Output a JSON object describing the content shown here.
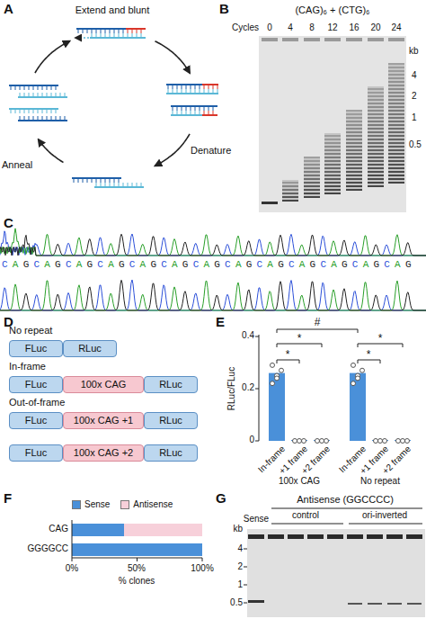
{
  "diagram": {
    "nodes": [
      {
        "text": [
          "FLuc"
        ]
      },
      {
        "text": [
          "RLuc"
        ]
      },
      {
        "text": [
          "FLuc"
        ]
      },
      {
        "text": [
          "100x CAG"
        ]
      },
      {
        "text": [
          "RLuc"
        ]
      },
      {
        "text": [
          "FLuc"
        ]
      },
      {
        "text": [
          "100x CAG +1"
        ]
      },
      {
        "text": [
          "RLuc"
        ]
      },
      {
        "text": [
          "FLuc"
        ]
      },
      {
        "text": [
          "100x CAG +2"
        ]
      },
      {
        "text": [
          "RLuc"
        ]
      }
    ],
    "labels": [
      "A",
      "Extend and blunt",
      "Denature",
      "Anneal",
      "B",
      "(CAG)₆ + (CTG)₆",
      "Cycles",
      "0",
      "4",
      "8",
      "12",
      "16",
      "20",
      "24",
      "kb",
      "4",
      "2",
      "1",
      "0.5",
      "C",
      "CAGCAGCAGCAGCAGCAGCAGCAGCAGCAGCAGCAGCAG",
      "D",
      "No repeat",
      "In-frame",
      "Out-of-frame",
      "E",
      "RLuc/FLuc",
      "0.4",
      "0.2",
      "0",
      "#",
      "*",
      "*",
      "*",
      "*",
      "In-frame",
      "+1 frame",
      "+2 frame",
      "In-frame",
      "+1 frame",
      "+2 frame",
      "100x CAG",
      "No repeat",
      "F",
      "CAG",
      "GGGGCC",
      "0%",
      "50%",
      "100%",
      "% clones",
      "G",
      "kb",
      "4",
      "2",
      "1",
      "0.5",
      "Sense",
      "Antisense (GGCCCC)",
      "control",
      "ori-inverted"
    ],
    "legend": [
      {
        "text": "Sense",
        "color": "#4a90d9"
      },
      {
        "text": "Antisense",
        "color": "#f7d0da"
      }
    ]
  }
}
